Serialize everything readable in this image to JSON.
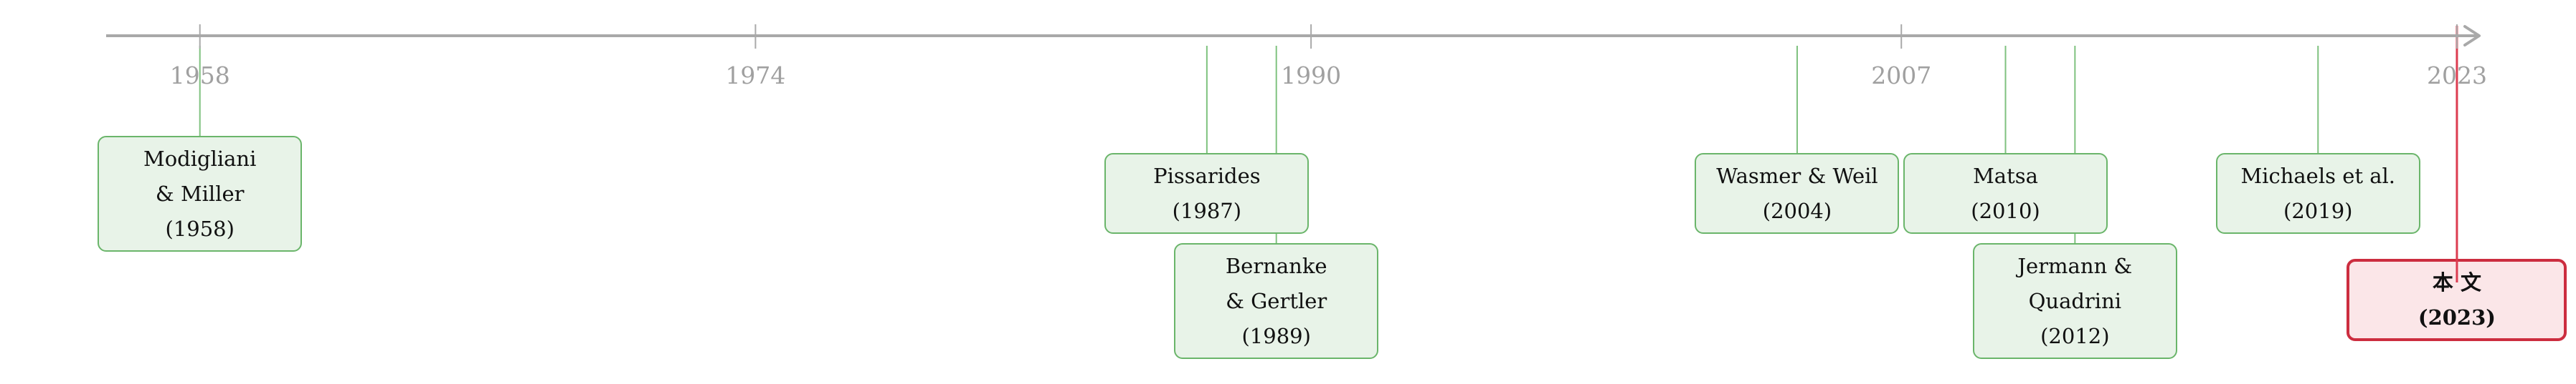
{
  "axis": {
    "start_year": 1955.3,
    "end_year": 2023.6,
    "ticks": [
      "1958",
      "1974",
      "1990",
      "2007",
      "2023"
    ]
  },
  "events": [
    {
      "id": "modigliani-miller",
      "lines": [
        "Modigliani",
        "& Miller",
        "(1958)"
      ],
      "year": 1958,
      "row": 0,
      "highlight": false
    },
    {
      "id": "pissarides",
      "lines": [
        "Pissarides",
        "(1987)"
      ],
      "year": 1987,
      "row": 0,
      "highlight": false
    },
    {
      "id": "bernanke-gertler",
      "lines": [
        "Bernanke",
        "& Gertler",
        "(1989)"
      ],
      "year": 1989,
      "row": 1,
      "highlight": false
    },
    {
      "id": "wasmer-weil",
      "lines": [
        "Wasmer & Weil",
        "(2004)"
      ],
      "year": 2004,
      "row": 0,
      "highlight": false
    },
    {
      "id": "matsa",
      "lines": [
        "Matsa",
        "(2010)"
      ],
      "year": 2010,
      "row": 0,
      "highlight": false
    },
    {
      "id": "jermann-quadrini",
      "lines": [
        "Jermann &",
        "Quadrini",
        "(2012)"
      ],
      "year": 2012,
      "row": 1,
      "highlight": false
    },
    {
      "id": "michaels-et-al",
      "lines": [
        "Michaels et al.",
        "(2019)"
      ],
      "year": 2019,
      "row": 0,
      "highlight": false
    },
    {
      "id": "this-paper",
      "lines": [
        "本 文",
        "(2023)"
      ],
      "year": 2023,
      "row": 1,
      "highlight": true
    }
  ],
  "colors": {
    "axis": "#a9a9a9",
    "connector": "#7fc27f",
    "highlight_connector": "#dc3c50"
  }
}
